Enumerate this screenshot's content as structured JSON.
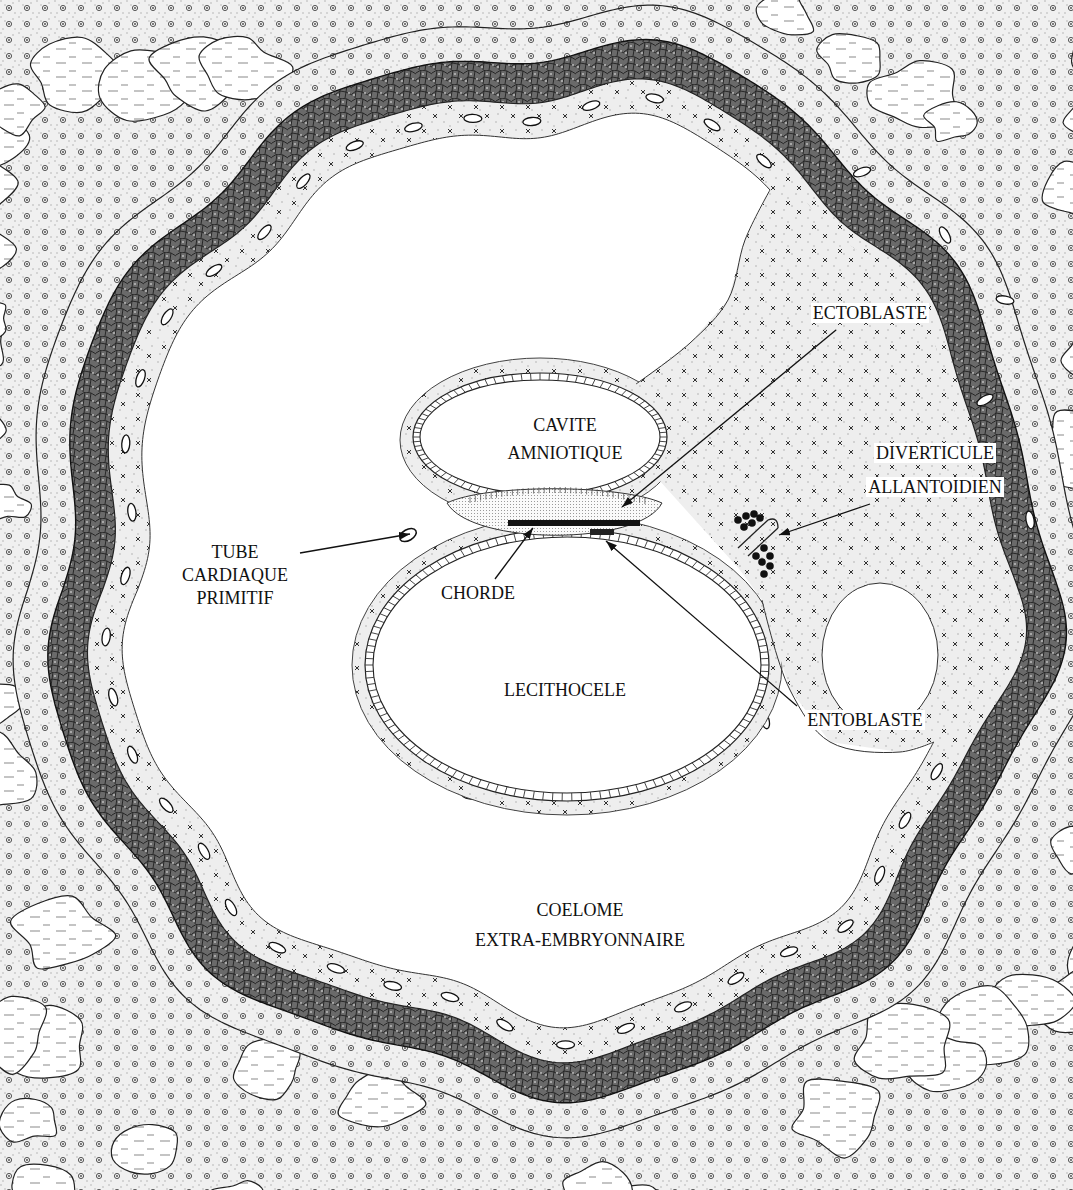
{
  "diagram": {
    "labels": [
      "ECTOBLASTE",
      "CAVITE AMNIOTIQUE",
      "DIVERTICULE ALLANTOIDIEN",
      "TUBE CARDIAQUE PRIMITIF",
      "CHORDE",
      "LECITHOCELE",
      "ENTOBLASTE",
      "COELOME EXTRA-EMBRYONNAIRE"
    ]
  }
}
